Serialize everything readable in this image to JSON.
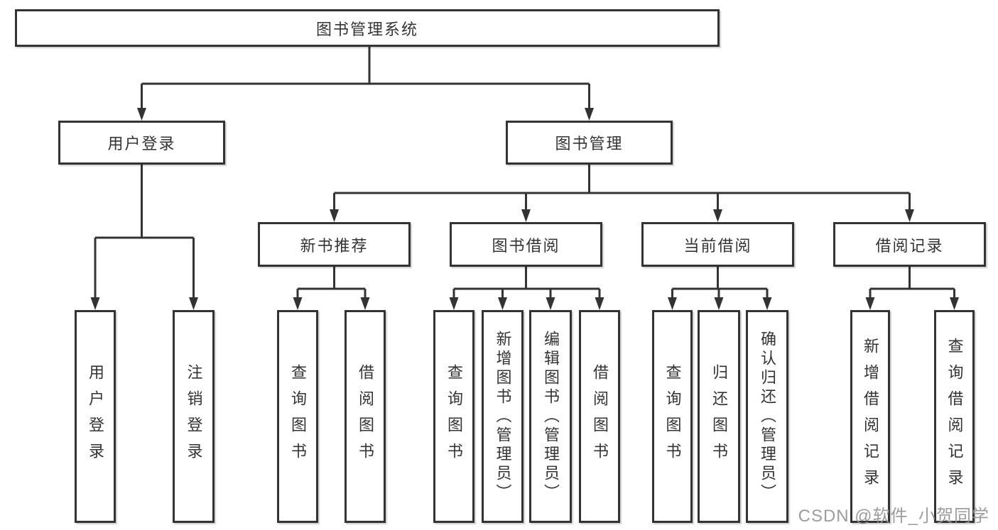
{
  "diagram": {
    "root": {
      "label": "图书管理系统"
    },
    "level2": [
      {
        "label": "用户登录"
      },
      {
        "label": "图书管理"
      }
    ],
    "level3": [
      {
        "label": "新书推荐",
        "parent": "图书管理"
      },
      {
        "label": "图书借阅",
        "parent": "图书管理"
      },
      {
        "label": "当前借阅",
        "parent": "图书管理"
      },
      {
        "label": "借阅记录",
        "parent": "图书管理"
      }
    ],
    "leaves": [
      {
        "label": "用户登录",
        "parent": "用户登录"
      },
      {
        "label": "注销登录",
        "parent": "用户登录"
      },
      {
        "label": "查询图书",
        "parent": "新书推荐"
      },
      {
        "label": "借阅图书",
        "parent": "新书推荐"
      },
      {
        "label": "查询图书",
        "parent": "图书借阅"
      },
      {
        "label": "新增图书（管理员）",
        "parent": "图书借阅"
      },
      {
        "label": "编辑图书（管理员）",
        "parent": "图书借阅"
      },
      {
        "label": "借阅图书",
        "parent": "图书借阅"
      },
      {
        "label": "查询图书",
        "parent": "当前借阅"
      },
      {
        "label": "归还图书",
        "parent": "当前借阅"
      },
      {
        "label": "确认归还（管理员）",
        "parent": "当前借阅"
      },
      {
        "label": "新增借阅记录",
        "parent": "借阅记录"
      },
      {
        "label": "查询借阅记录",
        "parent": "借阅记录"
      }
    ],
    "colors": {
      "line": "#333333",
      "box_border": "#333333",
      "box_background": "#ffffff",
      "text": "#333333"
    }
  },
  "watermark": {
    "text": "CSDN @软件_小贺同学",
    "color": "#949494"
  }
}
